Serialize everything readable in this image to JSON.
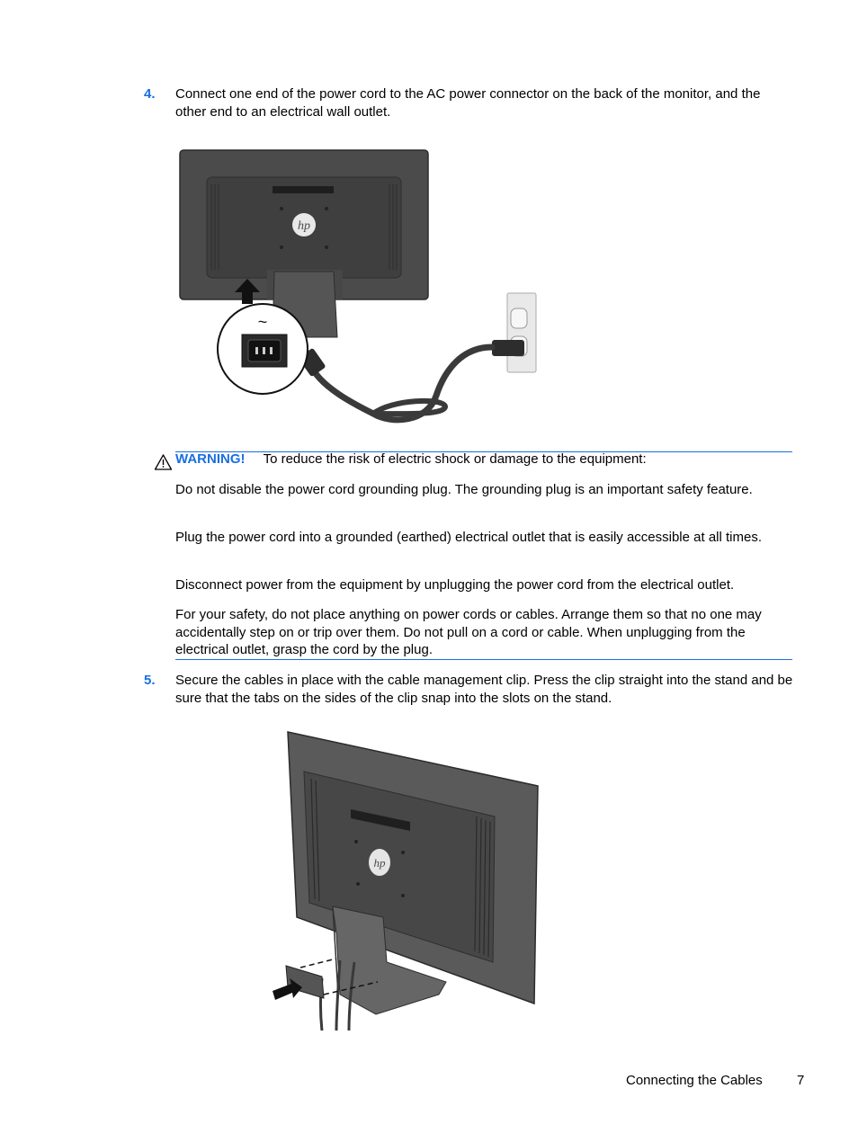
{
  "steps": [
    {
      "number": "4.",
      "text": "Connect one end of the power cord to the AC power connector on the back of the monitor, and the other end to an electrical wall outlet."
    },
    {
      "number": "5.",
      "text": "Secure the cables in place with the cable management clip. Press the clip straight into the stand and be sure that the tabs on the sides of the clip snap into the slots on the stand."
    }
  ],
  "warning": {
    "label": "WARNING!",
    "intro": "To reduce the risk of electric shock or damage to the equipment:",
    "paragraphs": [
      "Do not disable the power cord grounding plug. The grounding plug is an important safety feature.",
      "Plug the power cord into a grounded (earthed) electrical outlet that is easily accessible at all times.",
      "Disconnect power from the equipment by unplugging the power cord from the electrical outlet.",
      "For your safety, do not place anything on power cords or cables. Arrange them so that no one may accidentally step on or trip over them. Do not pull on a cord or cable. When unplugging from the electrical outlet, grasp the cord by the plug."
    ]
  },
  "figure1": {
    "ac_symbol": "~",
    "logo_text": "hp"
  },
  "figure2": {
    "logo_text": "hp"
  },
  "footer": {
    "section_title": "Connecting the Cables",
    "page_number": "7"
  },
  "colors": {
    "accent": "#1a6fe0",
    "monitor": "#4a4a4a",
    "monitor_dark": "#2e2e2e"
  },
  "icons": [
    "warning-triangle-icon",
    "ac-power-symbol-icon",
    "hp-logo-icon",
    "up-arrow-icon",
    "right-arrow-icon"
  ]
}
